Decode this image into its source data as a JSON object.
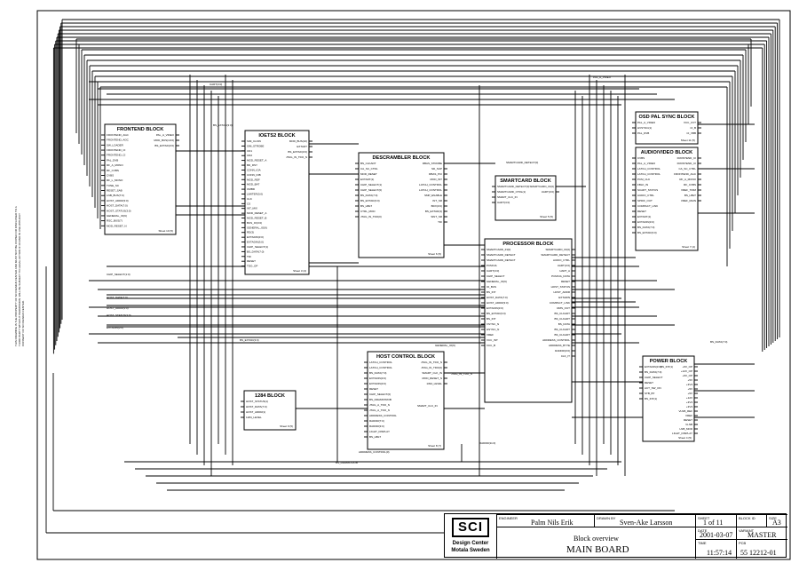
{
  "blocks": [
    {
      "id": "frontend",
      "title": "FRONTEND BLOCK",
      "left_pins": [
        "FRONTEND_AGC",
        "FRONTEND_AGC",
        "SW_LOADER",
        "FRONTEND_CI",
        "FRONTEND_CI",
        "PAL_DVB",
        "RF_A_MONO",
        "RF_CVBS",
        "CVBS",
        "RF_L_MONO",
        "TUNE_SC",
        "RESET_SAB",
        "LNB_BUS(7:0)",
        "HOST_ADDR(3:0)",
        "HOST_DATA(7:0)",
        "HOST_STATUS(3:0)",
        "GENERAL_IO(9)",
        "RSC_BUS(7)",
        "MOD_RESET_N"
      ],
      "right_pins": [
        "PAL_A_VIDEO",
        "MOD_BUS(10:0)",
        "BS_EXTAD(3:0)"
      ],
      "sheet": "Sheet 10 (5)"
    },
    {
      "id": "iopts",
      "title": "IOETS2 BLOCK",
      "left_pins": [
        "SIM_CLKIN",
        "SIM_STROBE",
        "CD1",
        "CD2",
        "MOD_RESET_A",
        "BD_RSY",
        "CONN_IOA",
        "CONN_IOB",
        "MOD_REF",
        "MOD_BAT",
        "OMBD",
        "LIMITER(3:0)",
        "CLK",
        "CS",
        "INT_MIX",
        "MOD_RESET_A",
        "MOD_RESET_B",
        "BUS_IO(3:0)",
        "GENERAL_IO(9)",
        "RD(3)",
        "EXTADIN(3:0)",
        "EXTADIN(3:0)",
        "CHIP_SELECT(1)",
        "BS_DATA(7:0)",
        "TDI",
        "RESET",
        "TDO_OP"
      ],
      "right_pins": [
        "MOD_BUS(10)",
        "EXTADT",
        "BS_EXTAD(3:0)",
        "JTAG_IN_TDO_N"
      ],
      "sheet": "Sheet 3 (4)"
    },
    {
      "id": "descrambler",
      "title": "DESCRAMBLER BLOCK",
      "left_pins": [
        "BS_CLKADT",
        "CA_SC_CTRL",
        "MOD_RESET",
        "EXTADT(1)",
        "CHIP_SELECT(1)",
        "CHIP_SELECT(0)",
        "BS_DATA(7:0)",
        "BS_EXTAD(3:0)",
        "BS_HBLT",
        "CTRL_MOD",
        "JTAG_IN_TDO(0)"
      ],
      "right_pins": [
        "RBAS_STROBE",
        "SD_SUP",
        "RBAS_PCI",
        "MOD_INT",
        "LATCH_CONTROL",
        "LATCH_CONTROL",
        "SMP_ENABLE",
        "INT_SR",
        "BDX(3:0)",
        "BS_EXTAD(3)",
        "SINT_SR",
        "TDI"
      ],
      "sheet": "Sheet 6 (5)"
    },
    {
      "id": "smartcard",
      "title": "SMARTCARD BLOCK",
      "left_pins": [
        "SMARTCARD_DETECT(0)",
        "SMARTCARD_CTRL(1)",
        "SMART_CLK_IN",
        "UART(3:0)"
      ],
      "right_pins": [
        "SMARTCARD_IO(0)",
        "UART(3:0)"
      ],
      "sheet": "Sheet 5 (5)"
    },
    {
      "id": "processor",
      "title": "PROCESSOR BLOCK",
      "left_pins": [
        "SMARTCARD_IN(0)",
        "SMARTCARD_DETECT",
        "SMARTCARD_DETECT",
        "PCMCIA",
        "UART(3:0)",
        "CHIP_SELECT",
        "GENERAL_IO(9)",
        "IO_BUS",
        "BS_INT",
        "HOST_DATA(7:0)",
        "HOST_ADDR(3:0)",
        "EXTADIN(3:0)",
        "BS_EXTAD(3:0)",
        "BS_INT",
        "VSYNC_N",
        "HSYNC_N",
        "VREF",
        "VCC_INT",
        "VCC_B"
      ],
      "right_pins": [
        "SMARTCARD_IO(0)",
        "SMARTCARD_DETECT",
        "AUDIO_CTRL",
        "UART(3:0)",
        "UART_A",
        "PCMCIA_DATA",
        "RESET",
        "HOST_STATUS",
        "HOST_ADDR",
        "EXTADIN",
        "COMPACT_LINK",
        "RMS_OUT",
        "BS_CLKADT",
        "BS_CLKADT",
        "BS_DATA",
        "BS_CLKADT",
        "BS_CLKADT",
        "ADDRESS_CONTROL",
        "ADDRESS_BYTE",
        "RADDR(3:0)",
        "CLK_IT"
      ],
      "sheet": ""
    },
    {
      "id": "hostcontrol",
      "title": "HOST CONTROL BLOCK",
      "left_pins": [
        "LATCH_CONTROL",
        "LATCH_CONTROL",
        "BS_DATA(7:0)",
        "EXTADIN(3:0)",
        "EXTADIN(3:0)",
        "RESET",
        "CHIP_SELECT(0)",
        "BS_DRAMSTROB",
        "JTAG_A_TDO_N",
        "JTAG_A_TDO_N",
        "ADDRESS_CONTROL",
        "RADDR(7:0)",
        "RADDR(3:0)",
        "LIGHT_DISPLAY",
        "BS_HBLT"
      ],
      "right_pins": [
        "JTAG_IN_TDO_N",
        "JTAG_IN_TDO(0)",
        "SMART_CLK_IN",
        "MOD_RESET_N",
        "1394_LEVEL"
      ],
      "sheet": "Sheet 8 (7)"
    },
    {
      "id": "b1284",
      "title": "1284 BLOCK",
      "left_pins": [
        "HOST_STATUS(1)",
        "HOST_DATA(7:0)",
        "HOST_ADDR(1)",
        "1284_LEVEL"
      ],
      "right_pins": [],
      "sheet": "Sheet 9 (5)"
    },
    {
      "id": "osd",
      "title": "OSD PAL SYNC BLOCK",
      "left_pins": [
        "PAL_A_VIDEO",
        "HVSYNC(1)",
        "PAL_DVB"
      ],
      "right_pins": [
        "VCC_CVT",
        "CI_B",
        "CI_VBB"
      ],
      "sheet": "Sheet 11 (5)"
    },
    {
      "id": "audiovideo",
      "title": "AUDIO/VIDEO BLOCK",
      "left_pins": [
        "CVBS",
        "PAL_A_VIDEO",
        "LATCH_CONTROL",
        "LATCH_CONTROL",
        "PCM_CLK",
        "FBLK_IN",
        "SCART_STATUS",
        "AUDIO_CTRL",
        "SPDIF_OUT",
        "COMPACT_LINK",
        "RESET",
        "EXTADT(1)",
        "EXTADIN(3:0)",
        "BS_DATA(7:0)",
        "BS_EXTAD(3:0)"
      ],
      "right_pins": [
        "FRONTEND_CI",
        "FRONTEND_CI",
        "CA_SC_CTRL",
        "FRONTEND_AGC",
        "RF_A_MONO",
        "RF_CVBS",
        "VREF_TRIM",
        "BS_HBLT",
        "VREF_MAIN"
      ],
      "sheet": "Sheet 7 (4)"
    },
    {
      "id": "power",
      "title": "POWER BLOCK",
      "left_pins": [
        "EXTADIN(3:0)",
        "BS_DATA(7:0)",
        "CHIP_SELECT",
        "RESET",
        "ACT_SW_ON",
        "STB_BT",
        "BS_INT(1)"
      ],
      "right_pins": [
        "+5V_OP",
        "+12V_OP",
        "+5V_OP",
        "+5V",
        "+3V3",
        "+5V",
        "+5V",
        "+12V",
        "+3V3",
        "+3V3",
        "VLNB_REF",
        "VREF",
        "RESET",
        "VLNB",
        "LNB_MOD",
        "LIGHT_DISPLAY"
      ],
      "sheet": "Sheet 4 (5)"
    }
  ],
  "nets": [
    "UART(3:0)",
    "PAL_A_VIDEO",
    "BS_EXTAD(3:0)",
    "SMARTCARD_DETECT(0)",
    "HOST_DATA(7:0)",
    "HOST_ADDR(3:0)",
    "HOST_STATUS(3:0)",
    "EXTADIN(3:0)",
    "BS_EXTAD(3:0)",
    "GENERAL_IO(9)",
    "CHIP_SELECT(1:0)",
    "BS_DRAMSTROB",
    "ADDRESS_CONTROL(0)",
    "RADDR(11:0)",
    "BS_DATA(7:0)",
    "BS_INT(1)",
    "JTAG_IN_TDO_N",
    "SMART_CLK_IN"
  ],
  "vertical_notice": "THIS DRAWING IS THE PROPERTY OF SCI DESIGN CENTER AND MUST NOT BE COPIED OR DISCLOSED TO A THIRD PARTY WITHOUT PERMISSION. WILL BE SUBJECT TO LEGAL ACTION IF FOUND IN USE WITHOUT CONSENT OF SCI DESIGN CENTER.",
  "titleblock": {
    "logo": "SCI",
    "company_line1": "Design Center",
    "company_line2": "Motala Sweden",
    "engineer_label": "ENGINEER",
    "engineer": "Palm Nils Erik",
    "drawn_label": "DRAWN BY",
    "drawn": "Sven-Ake Larsson",
    "sheet_label": "SHEET",
    "sheet": "1 of 11",
    "blockid_label": "BLOCK ID",
    "blockid": "",
    "size_label": "SIZE",
    "size": "A3",
    "desc1": "Block overview",
    "desc2": "MAIN BOARD",
    "date_label": "DATE",
    "date": "2001-03-07",
    "variant_label": "VARIANT",
    "variant": "MASTER",
    "time_label": "TIME",
    "time": "11:57:14",
    "pcb_label": "PCB",
    "pcb": "55 12212-01"
  }
}
